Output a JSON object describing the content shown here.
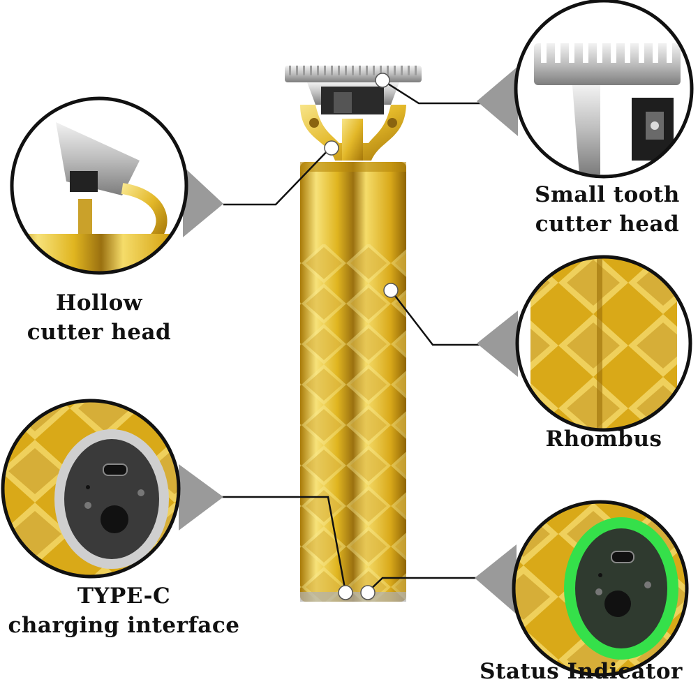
{
  "callouts": [
    {
      "id": "small-tooth",
      "lines": [
        "Small tooth",
        "cutter head"
      ]
    },
    {
      "id": "hollow",
      "lines": [
        "Hollow",
        "cutter head"
      ]
    },
    {
      "id": "rhombus",
      "lines": [
        "Rhombus"
      ]
    },
    {
      "id": "type-c",
      "lines": [
        "TYPE-C",
        "charging interface"
      ]
    },
    {
      "id": "status",
      "lines": [
        "Status Indicator"
      ]
    }
  ],
  "colors": {
    "gold_light": "#f7e27a",
    "gold_mid": "#e0b520",
    "gold_dark": "#a87a08",
    "indicator_green": "#35e04a",
    "circle_border": "#111111",
    "pointer_grey": "#9a9a9a"
  }
}
